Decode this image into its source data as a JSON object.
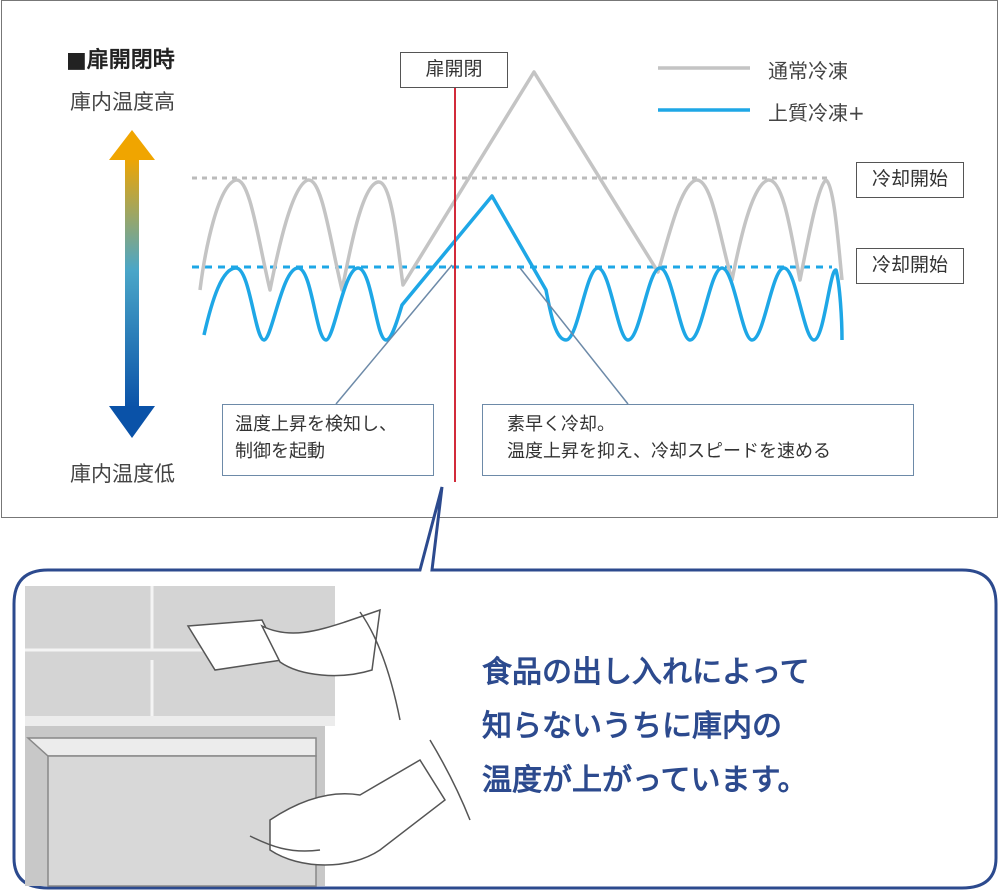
{
  "heading": "■扉開閉時",
  "axis": {
    "top_label": "庫内温度高",
    "bottom_label": "庫内温度低"
  },
  "door_label": "扉開閉",
  "legend": [
    {
      "label": "通常冷凍",
      "color": "#c8c8c8"
    },
    {
      "label": "上質冷凍+",
      "color": "#1ea7e6"
    }
  ],
  "thresholds": {
    "normal_label": "冷却開始",
    "premium_label": "冷却開始"
  },
  "notes": {
    "left": [
      "温度上昇を検知し、",
      "制御を起動"
    ],
    "right": [
      "素早く冷却。",
      "温度上昇を抑え、冷却スピードを速める"
    ]
  },
  "caption": [
    "食品の出し入れによって",
    "知らないうちに庫内の",
    "温度が上がっています。"
  ],
  "colors": {
    "premium_line": "#1ea7e6",
    "normal_line": "#c8c8c8",
    "door_line": "#d22b3a",
    "bubble_border": "#2c4a8e",
    "caption_text": "#2c4a8e",
    "arrow_top": "#f0a500",
    "arrow_bottom": "#0a52a8"
  }
}
